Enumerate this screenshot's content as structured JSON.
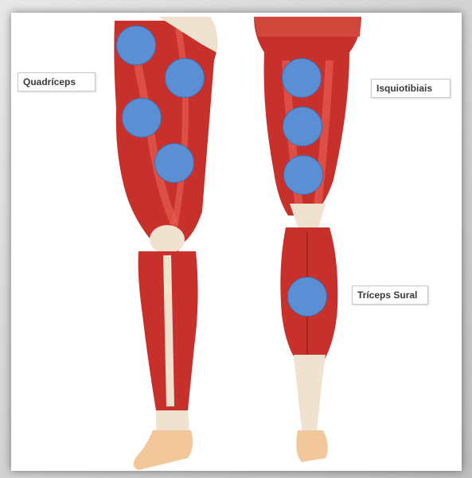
{
  "labels": {
    "quadriceps": "Quadríceps",
    "isquiotibiais": "Isquiotibiais",
    "triceps_sural": "Tríceps Sural"
  },
  "colors": {
    "muscle": "#c8302c",
    "muscle_light": "#e65d4f",
    "tendon": "#efe3cf",
    "skin": "#f2c89a",
    "marker": "#5b8fd4"
  },
  "markers": {
    "quadriceps_count": 4,
    "isquiotibiais_count": 3,
    "triceps_sural_count": 1
  }
}
